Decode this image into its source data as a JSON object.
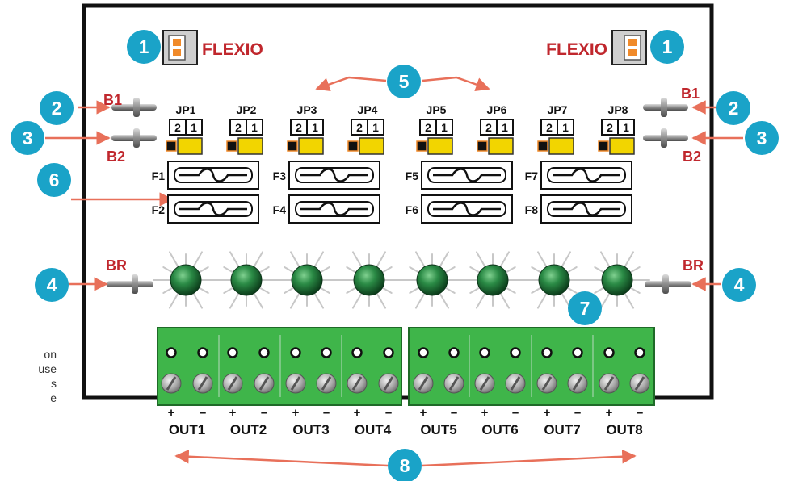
{
  "colors": {
    "callout": "#1aa3c8",
    "label_red": "#c0272d",
    "arrow": "#e8705a",
    "terminal_green": "#3fb54a",
    "jumper_yellow": "#f2d500",
    "led_green": "#1f7a3a",
    "frame": "#111111"
  },
  "connectors": {
    "left_label": "FLEXIO",
    "right_label": "FLEXIO"
  },
  "bus_labels": {
    "left_b1": "B1",
    "left_b2": "B2",
    "right_b1": "B1",
    "right_b2": "B2",
    "left_br": "BR",
    "right_br": "BR"
  },
  "jumpers": [
    {
      "label": "JP1",
      "pins": "2|1"
    },
    {
      "label": "JP2",
      "pins": "2|1"
    },
    {
      "label": "JP3",
      "pins": "2|1"
    },
    {
      "label": "JP4",
      "pins": "2|1"
    },
    {
      "label": "JP5",
      "pins": "2|1"
    },
    {
      "label": "JP6",
      "pins": "2|1"
    },
    {
      "label": "JP7",
      "pins": "2|1"
    },
    {
      "label": "JP8",
      "pins": "2|1"
    }
  ],
  "fuses": [
    "F1",
    "F2",
    "F3",
    "F4",
    "F5",
    "F6",
    "F7",
    "F8"
  ],
  "outputs": [
    "OUT1",
    "OUT2",
    "OUT3",
    "OUT4",
    "OUT5",
    "OUT6",
    "OUT7",
    "OUT8"
  ],
  "polarity": {
    "plus": "+",
    "minus": "–"
  },
  "callouts": {
    "c1": "1",
    "c2": "2",
    "c3": "3",
    "c4": "4",
    "c5": "5",
    "c6": "6",
    "c7": "7",
    "c8": "8"
  },
  "side_text": [
    "on",
    "use",
    "s",
    "e"
  ]
}
